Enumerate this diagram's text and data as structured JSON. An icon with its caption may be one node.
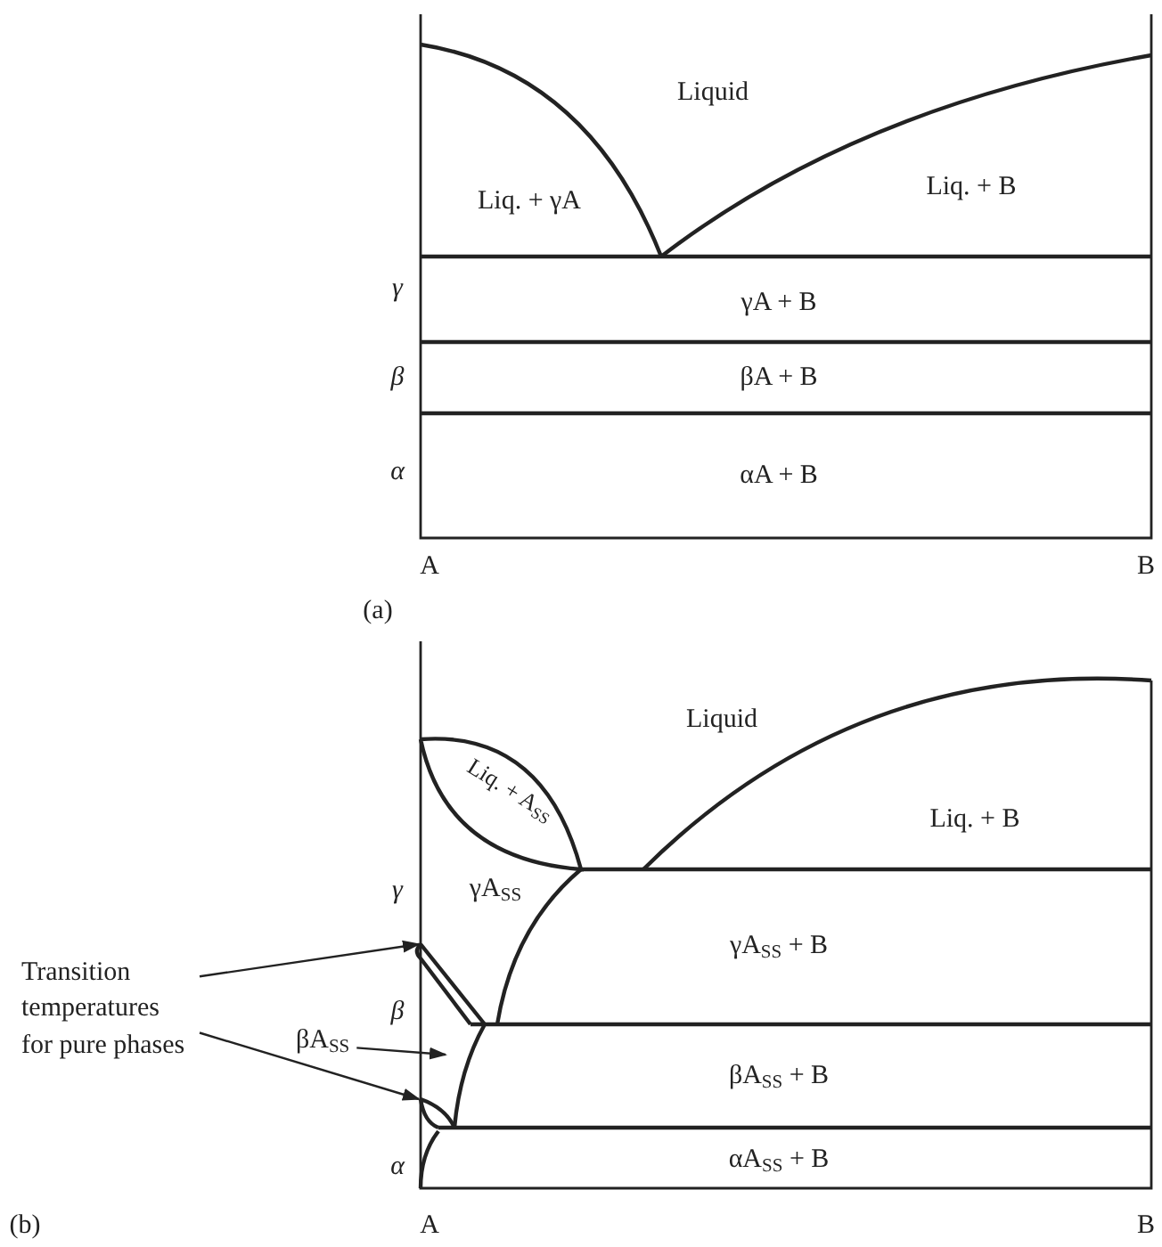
{
  "diagram": {
    "nodes": [
      {
        "text": [
          "Transition temperatures for pure phases"
        ]
      },
      {
        "text": [
          "βA$_{SS}$"
        ]
      }
    ],
    "edges": [
      {
        "from": 0,
        "to": null,
        "arrow": "to"
      },
      {
        "from": 0,
        "to": null,
        "arrow": "to"
      },
      {
        "from": 1,
        "to": null,
        "arrow": "to"
      }
    ],
    "labels": [
      "Liquid",
      "Liq. + γA",
      "Liq. + B",
      "γ",
      "γA + B",
      "β",
      "βA + B",
      "α",
      "αA + B",
      "A",
      "B",
      "(a)",
      "Liquid",
      "Liq. + A$_{SS}$",
      "Liq. + B",
      "γ",
      "γA$_{SS}$",
      "γA$_{SS}$ + B",
      "β",
      "βA$_{SS}$ + B",
      "α",
      "αA$_{SS}$ + B",
      "(b)",
      "A",
      "B"
    ]
  }
}
